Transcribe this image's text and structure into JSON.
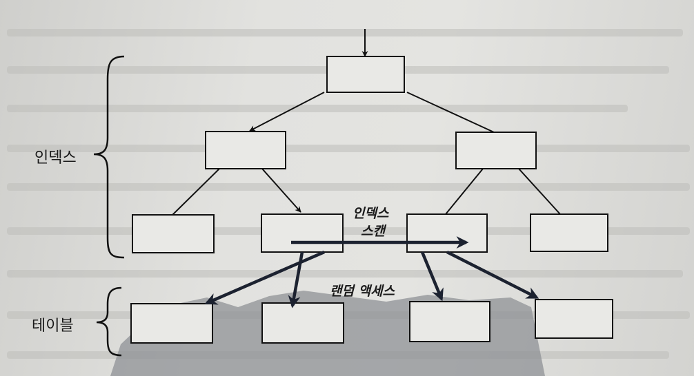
{
  "groups": {
    "index": "인덱스",
    "table": "테이블"
  },
  "annotations": {
    "index_scan_line1": "인덱스",
    "index_scan_line2": "스캔",
    "random_access": "랜덤 액세스"
  },
  "colors": {
    "box_stroke": "#111111",
    "box_fill": "#e9e9e6",
    "tree_line": "#111111",
    "access_arrow": "#1c2230",
    "paper_shadow": "#8f9296"
  }
}
